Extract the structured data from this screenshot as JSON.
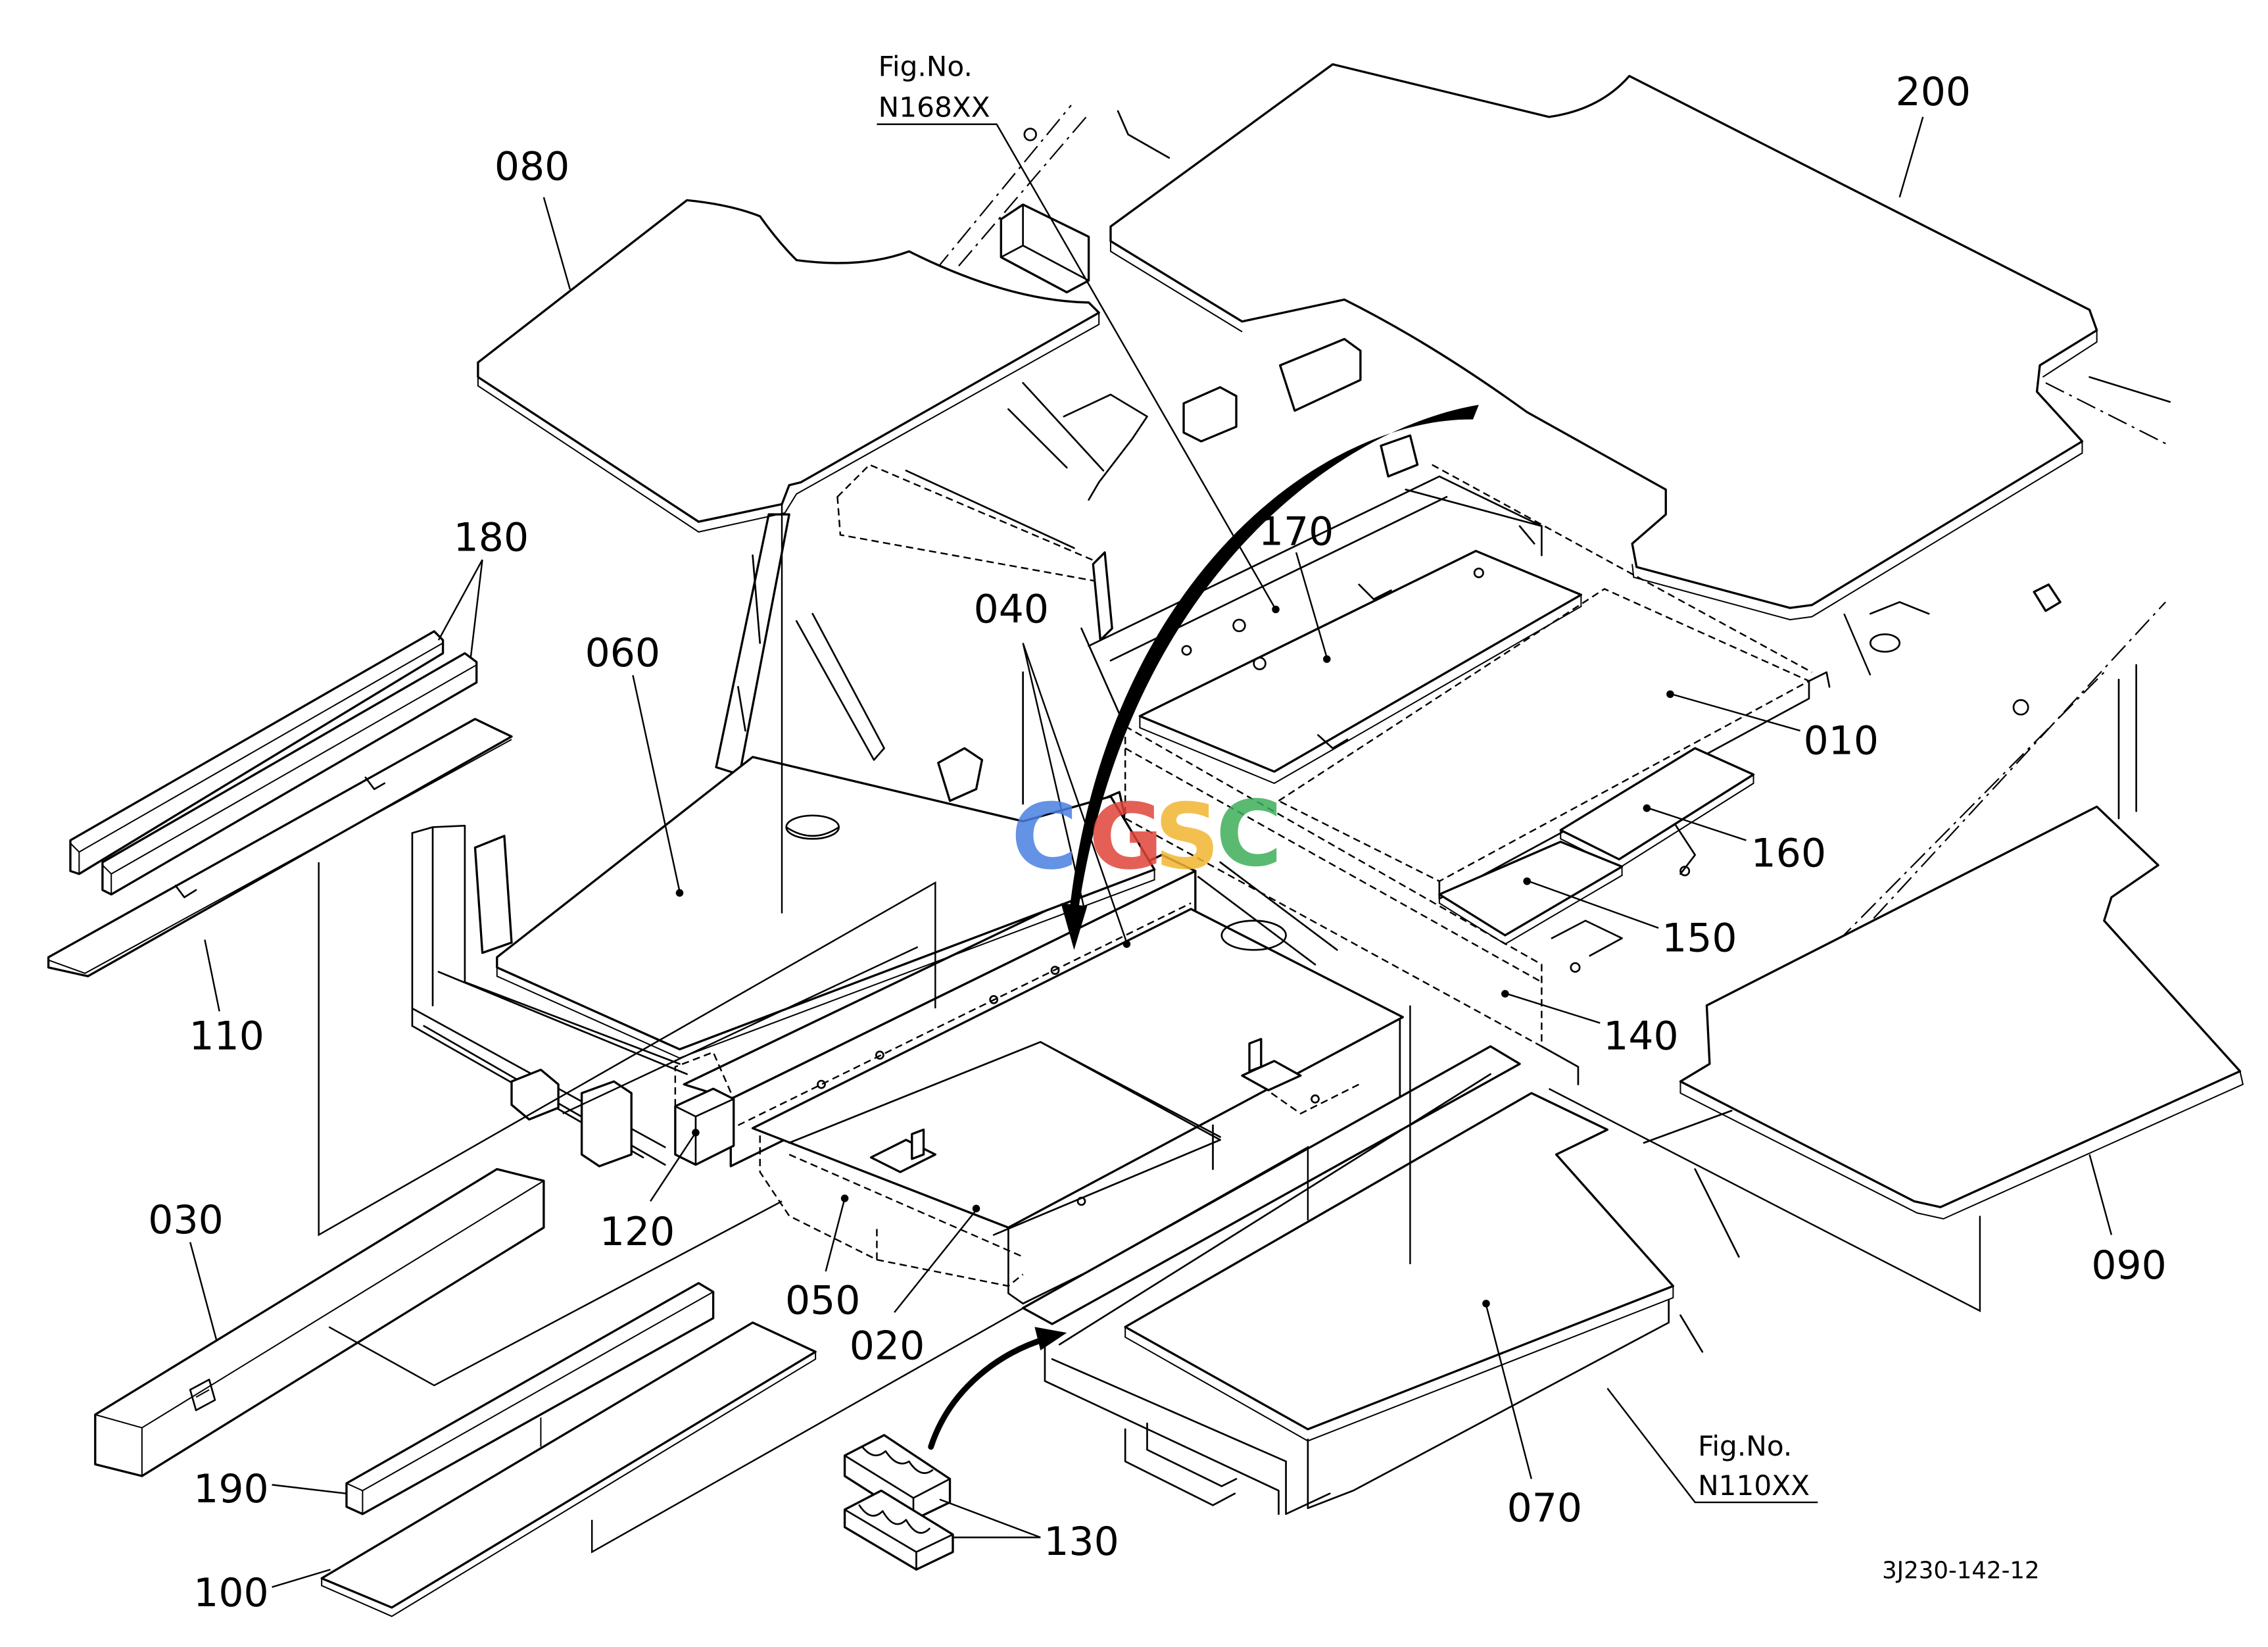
{
  "figure_refs": [
    {
      "label": "Fig.No.",
      "number": "N168XX"
    },
    {
      "label": "Fig.No.",
      "number": "N110XX"
    }
  ],
  "callouts": [
    "080",
    "200",
    "180",
    "060",
    "040",
    "170",
    "010",
    "160",
    "150",
    "140",
    "110",
    "120",
    "030",
    "050",
    "020",
    "190",
    "100",
    "130",
    "070",
    "090"
  ],
  "drawing_code": "3J230-142-12",
  "watermark": {
    "letters": [
      "C",
      "G",
      "S",
      "C"
    ]
  },
  "colors": {
    "line": "#000000",
    "paper": "#ffffff",
    "watermark": [
      "#4a7fe0",
      "#e0453a",
      "#f2b632",
      "#3fae5a"
    ]
  }
}
